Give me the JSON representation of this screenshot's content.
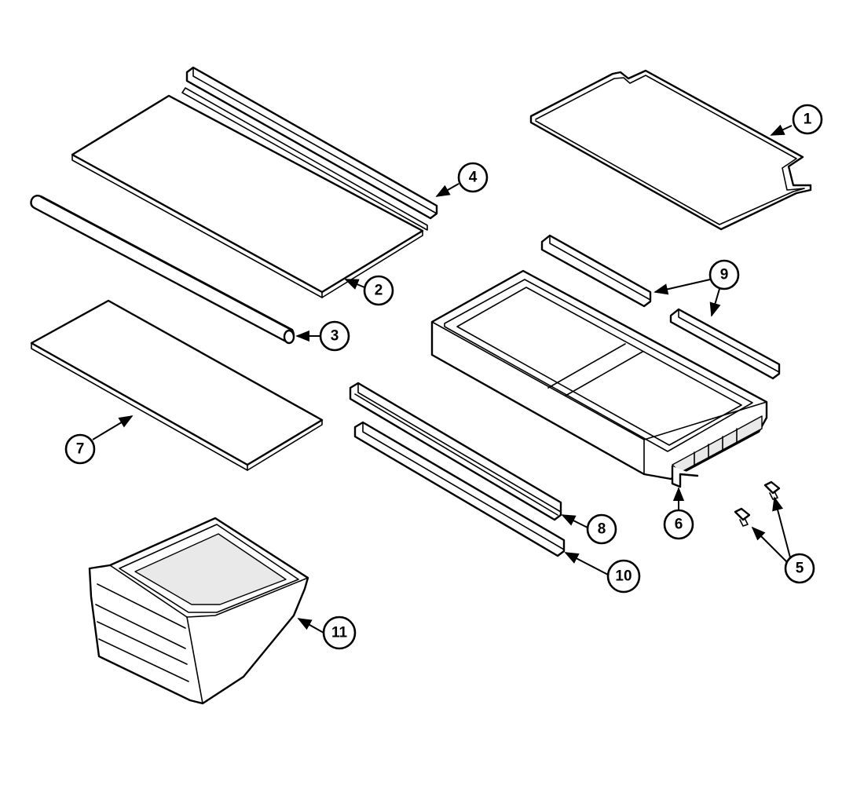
{
  "colors": {
    "line": "#000000",
    "background": "#ffffff",
    "shade": "#e9e9e9"
  },
  "callouts": [
    {
      "id": "c1",
      "label": "1"
    },
    {
      "id": "c2",
      "label": "2"
    },
    {
      "id": "c3",
      "label": "3"
    },
    {
      "id": "c4",
      "label": "4"
    },
    {
      "id": "c5",
      "label": "5"
    },
    {
      "id": "c6",
      "label": "6"
    },
    {
      "id": "c7",
      "label": "7"
    },
    {
      "id": "c8",
      "label": "8"
    },
    {
      "id": "c9",
      "label": "9"
    },
    {
      "id": "c10",
      "label": "10"
    },
    {
      "id": "c11",
      "label": "11"
    }
  ]
}
